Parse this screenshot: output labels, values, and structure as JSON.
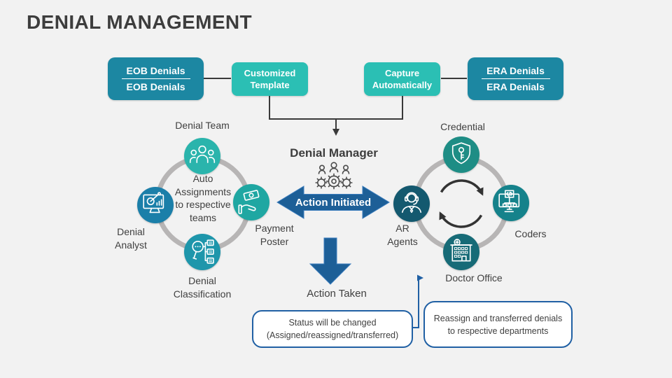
{
  "title": "DENIAL MANAGEMENT",
  "colors": {
    "background": "#f2f2f2",
    "dark_box": "#1c87a2",
    "teal_box": "#2bbfb4",
    "arrow_blue": "#1d5f97",
    "connector_dark": "#3a3a3a",
    "connector_blue": "#2060a4",
    "ring_gray": "#b7b5b5",
    "cycle_arrow_dark": "#333333",
    "text_dark": "#404040"
  },
  "top_flow": {
    "eob_box": {
      "line1": "EOB Denials",
      "line2": "EOB Denials"
    },
    "customized_box": {
      "line1": "Customized",
      "line2": "Template"
    },
    "capture_box": {
      "line1": "Capture",
      "line2": "Automatically"
    },
    "era_box": {
      "line1": "ERA Denials",
      "line2": "ERA Denials"
    }
  },
  "manager": {
    "label": "Denial Manager",
    "icon": "team-gears-icon"
  },
  "arrows": {
    "action_initiated": "Action Initiated",
    "action_taken": "Action Taken"
  },
  "left_cycle": {
    "center_lines": [
      "Auto",
      "Assignments",
      "to respective",
      "teams"
    ],
    "nodes": [
      {
        "label": "Denial Team",
        "icon": "team-icon",
        "color": "#2ab4ac"
      },
      {
        "label": "Payment Poster",
        "icon": "hand-money-icon",
        "color": "#1fa7a2"
      },
      {
        "label": "Denial Classification",
        "icon": "magnifier-documents-icon",
        "color": "#1e96ab"
      },
      {
        "label": "Denial Analyst",
        "icon": "monitor-analytics-icon",
        "color": "#1b7fa9"
      }
    ]
  },
  "right_cycle": {
    "center_icon": "cycle-arrows-icon",
    "nodes": [
      {
        "label": "Credential",
        "icon": "shield-key-icon",
        "color": "#1e8d85"
      },
      {
        "label": "Coders",
        "icon": "monitor-code-icon",
        "color": "#15828b"
      },
      {
        "label": "Doctor Office",
        "icon": "hospital-building-icon",
        "color": "#176b77"
      },
      {
        "label": "AR Agents",
        "icon": "support-agent-icon",
        "color": "#14596f"
      }
    ]
  },
  "notes": {
    "status_note": {
      "line1": "Status will be changed",
      "line2": "(Assigned/reassigned/transferred)"
    },
    "reassign_note": {
      "line1": "Reassign and transferred denials",
      "line2": "to respective departments"
    }
  }
}
